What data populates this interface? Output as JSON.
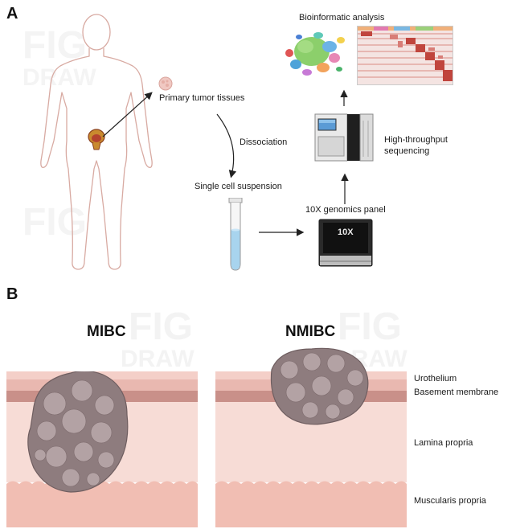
{
  "panel_a": {
    "letter": "A",
    "labels": {
      "primary_tumor": "Primary tumor tissues",
      "dissociation": "Dissociation",
      "single_cell": "Single cell suspension",
      "genomics_panel": "10X genomics panel",
      "sequencing_line1": "High-throughput",
      "sequencing_line2": "sequencing",
      "bioinformatic": "Bioinformatic analysis",
      "instrument_badge": "10X"
    }
  },
  "panel_b": {
    "letter": "B",
    "left_title": "MIBC",
    "right_title": "NMIBC",
    "layers": {
      "urothelium": "Urothelium",
      "basement": "Basement membrane",
      "lamina": "Lamina propria",
      "muscularis": "Muscularis propria"
    }
  },
  "watermark": {
    "line1": "FIG",
    "line2": "DRAW"
  },
  "colors": {
    "urothelium": "#e9b8b0",
    "basement": "#c99089",
    "lamina": "#f7dcd6",
    "muscularis": "#f1beb3",
    "tumor": "#8e7c7e",
    "tumor_light": "#b3a2a4",
    "body_outline": "#d8aaa2",
    "bladder": "#c98a2e"
  }
}
